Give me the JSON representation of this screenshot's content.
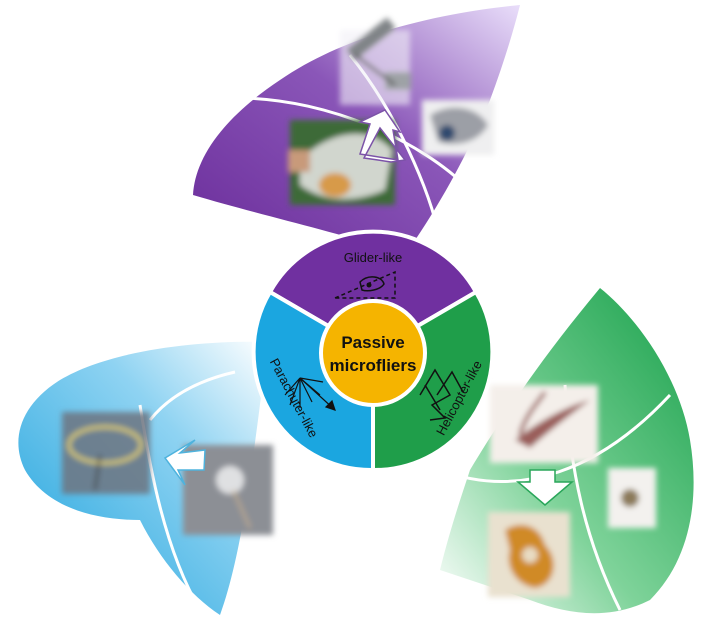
{
  "center": {
    "line1": "Passive",
    "line2": "microfliers"
  },
  "segments": {
    "glider": {
      "label": "Glider-like"
    },
    "parachuter": {
      "label": "Parachuter-like"
    },
    "helicopter": {
      "label": "Helicopter-like"
    }
  },
  "colors": {
    "glider": "#7030a0",
    "parachuter": "#1ba6e0",
    "helicopter": "#1f9e4a",
    "center": "#f5b400"
  }
}
